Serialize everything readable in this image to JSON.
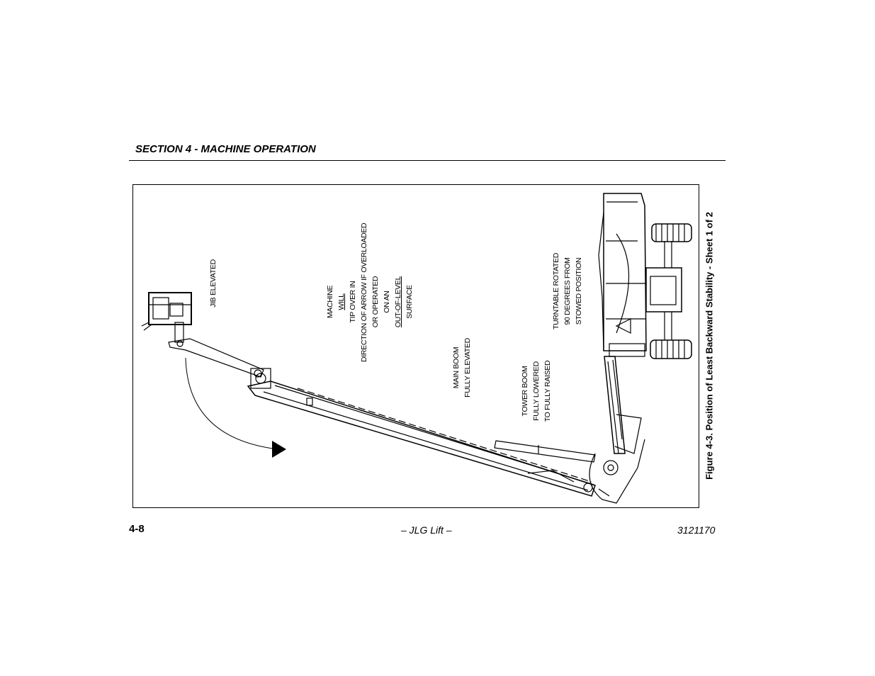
{
  "header": {
    "section_title": "SECTION 4 - MACHINE OPERATION"
  },
  "figure": {
    "caption": "Figure 4-3. Position of Least Backward Stability - Sheet 1 of 2",
    "labels": {
      "jib": "JIB ELEVATED",
      "tip_line1_pre": "MACHINE ",
      "tip_line1_u": "WILL",
      "tip_line1_post": " TIP OVER IN",
      "tip_line2": "DIRECTION OF ARROW IF OVERLOADED",
      "tip_line3": "OR OPERATED",
      "tip_line4_pre": "ON AN ",
      "tip_line4_u": "OUT-OF-LEVEL",
      "tip_line4_post": " SURFACE",
      "main_boom_1": "MAIN BOOM",
      "main_boom_2": "FULLY ELEVATED",
      "tower_boom_1": "TOWER BOOM",
      "tower_boom_2": "FULLY LOWERED",
      "tower_boom_3": "TO FULLY RAISED",
      "turntable_1": "TURNTABLE ROTATED",
      "turntable_2": "90 DEGREES FROM",
      "turntable_3": "STOWED POSITION"
    }
  },
  "footer": {
    "page_number": "4-8",
    "center": "– JLG Lift –",
    "doc_number": "3121170"
  }
}
